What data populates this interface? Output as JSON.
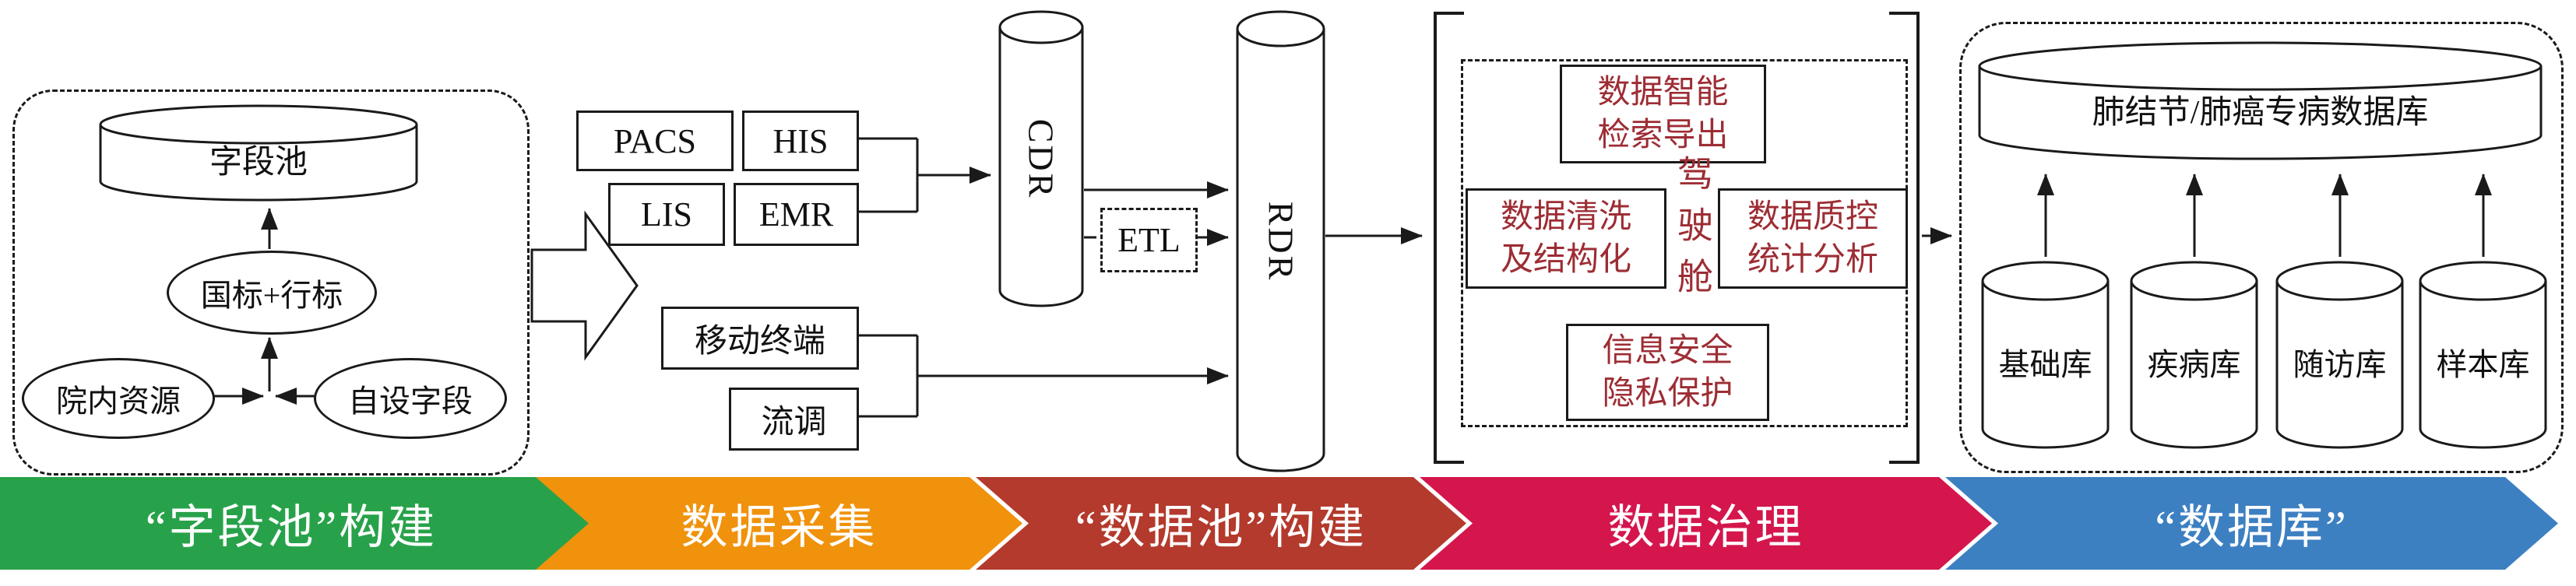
{
  "line_color": "#1a1a1a",
  "field_pool_section": {
    "pool_label": "字段池",
    "standards_label": "国标+行标",
    "hospital_label": "院内资源",
    "custom_label": "自设字段"
  },
  "collection_section": {
    "pacs": "PACS",
    "his": "HIS",
    "lis": "LIS",
    "emr": "EMR",
    "mobile": "移动终端",
    "survey": "流调"
  },
  "pool_section": {
    "cdr": "CDR",
    "etl": "ETL",
    "rdr": "RDR"
  },
  "governance_section": {
    "text_color": "#9d2d34",
    "smart_search": "数据智能\n检索导出",
    "cleaning": "数据清洗\n及结构化",
    "cockpit": "驾驶舱",
    "quality": "数据质控\n统计分析",
    "security": "信息安全\n隐私保护"
  },
  "database_section": {
    "main_label": "肺结节/肺癌专病数据库",
    "sublibraries": [
      "基础库",
      "疾病库",
      "随访库",
      "样本库"
    ]
  },
  "stages": [
    {
      "label": "“字段池”构建",
      "color": "#28a24a"
    },
    {
      "label": "数据采集",
      "color": "#f0920b"
    },
    {
      "label": "“数据池”构建",
      "color": "#b33a2c"
    },
    {
      "label": "数据治理",
      "color": "#d4164d"
    },
    {
      "label": "“数据库”",
      "color": "#3d80c2"
    }
  ]
}
